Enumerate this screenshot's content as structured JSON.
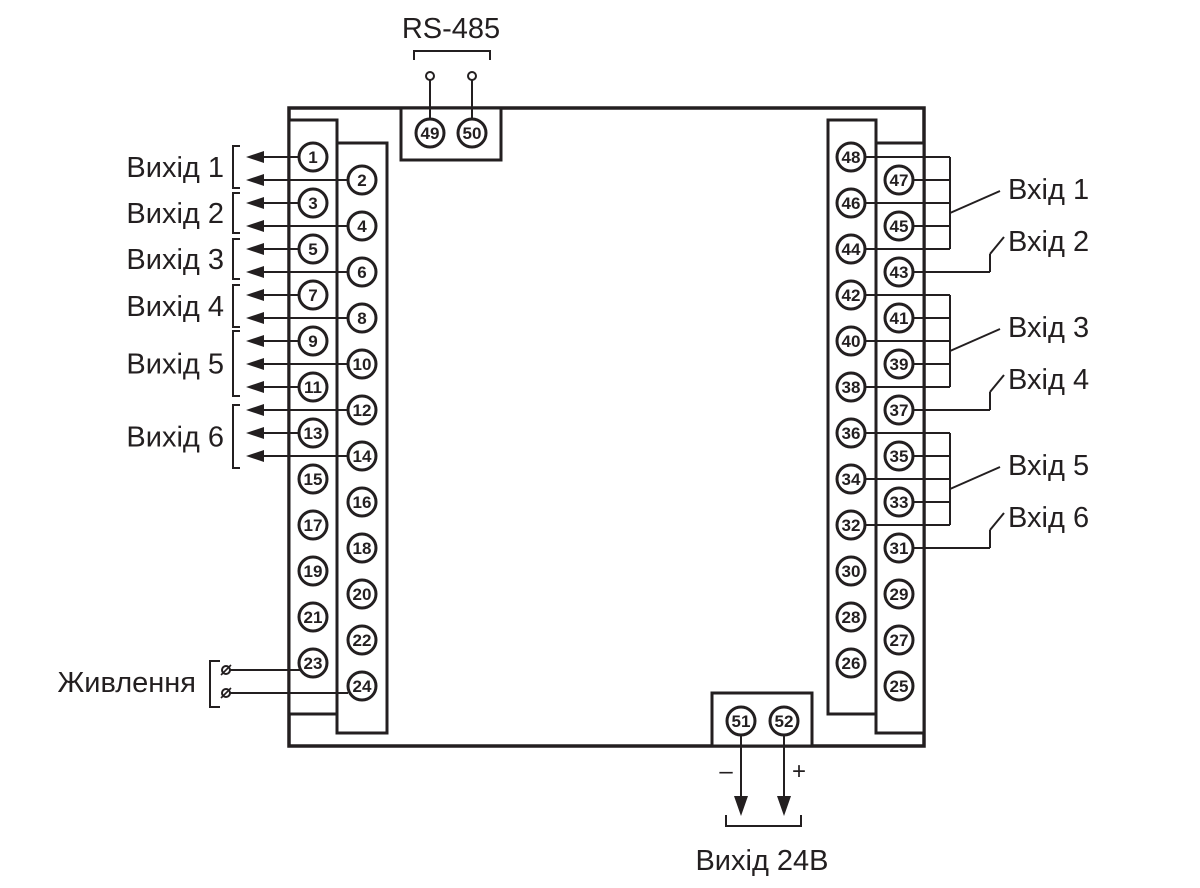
{
  "diagram": {
    "rs485_label": "RS-485",
    "power_label": "Живлення",
    "output_24v_label": "Вихід 24В",
    "minus_sign": "–",
    "plus_sign": "+",
    "outputs": [
      "Вихід 1",
      "Вихід 2",
      "Вихід 3",
      "Вихід 4",
      "Вихід 5",
      "Вихід 6"
    ],
    "inputs": [
      "Вхід 1",
      "Вхід 2",
      "Вхід 3",
      "Вхід 4",
      "Вхід 5",
      "Вхід 6"
    ],
    "left_outer_terminals": [
      "1",
      "3",
      "5",
      "7",
      "9",
      "11",
      "13",
      "15",
      "17",
      "19",
      "21",
      "23"
    ],
    "left_inner_terminals": [
      "2",
      "4",
      "6",
      "8",
      "10",
      "12",
      "14",
      "16",
      "18",
      "20",
      "22",
      "24"
    ],
    "right_inner_terminals": [
      "48",
      "46",
      "44",
      "42",
      "40",
      "38",
      "36",
      "34",
      "32",
      "30",
      "28",
      "26"
    ],
    "right_outer_terminals": [
      "47",
      "45",
      "43",
      "41",
      "39",
      "37",
      "35",
      "33",
      "31",
      "29",
      "27",
      "25"
    ],
    "top_terminals": [
      "49",
      "50"
    ],
    "bottom_terminals": [
      "51",
      "52"
    ]
  }
}
